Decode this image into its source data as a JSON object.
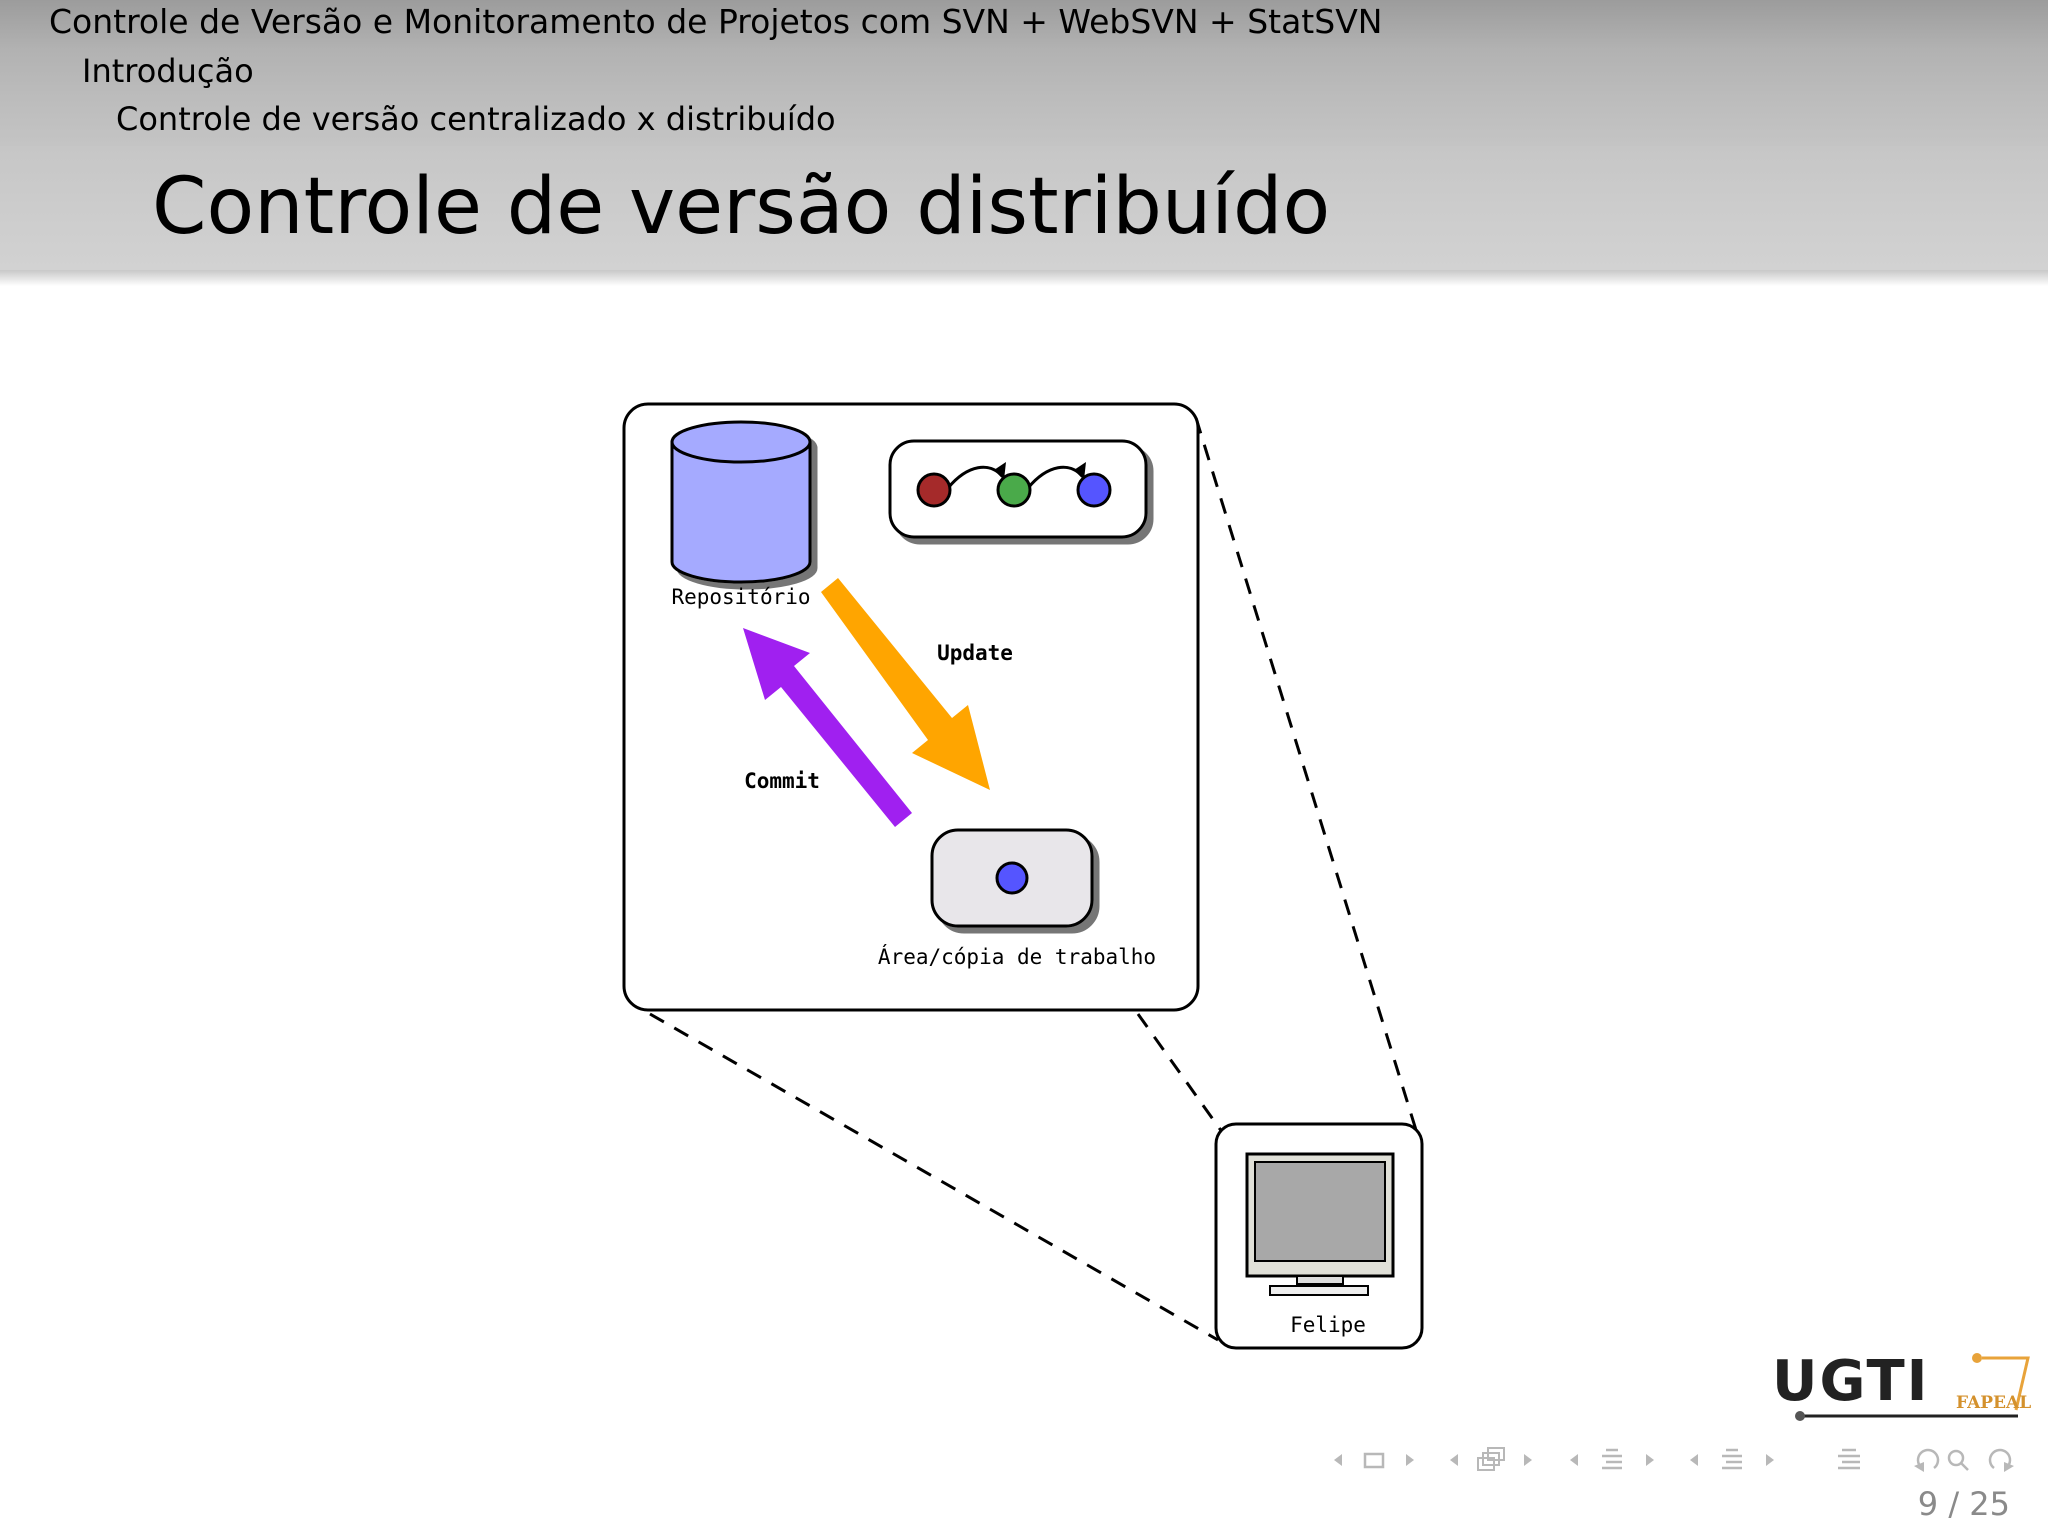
{
  "header": {
    "section": "Controle de Versão e Monitoramento de Projetos com SVN + WebSVN + StatSVN",
    "subsection": "Introdução",
    "subsubsection": "Controle de versão centralizado x distribuído",
    "frame_title": "Controle de versão distribuído"
  },
  "diagram": {
    "repository_label": "Repositório",
    "update_label": "Update",
    "commit_label": "Commit",
    "workarea_label": "Área/cópia de trabalho",
    "user_label": "Felipe",
    "colors": {
      "repository": "#a5aaff",
      "update_arrow": "#ffa500",
      "commit_arrow": "#a020f0",
      "commit_red": "#a52a2a",
      "commit_green": "#4aaa4a",
      "commit_blue": "#5555ff"
    }
  },
  "logo": {
    "text": "UGTI",
    "subtext": "FAPEAL"
  },
  "footer": {
    "page": "9 / 25"
  }
}
